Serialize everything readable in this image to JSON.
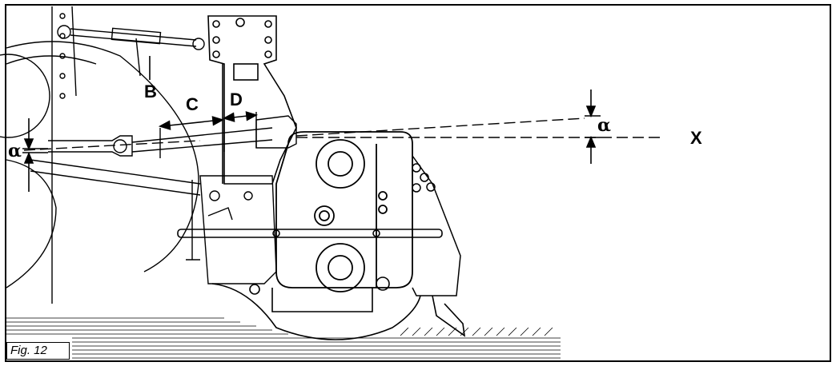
{
  "figure": {
    "caption": "Fig. 12",
    "labels": {
      "b": "B",
      "c": "C",
      "d": "D",
      "x": "X",
      "alpha_left": "α",
      "alpha_right": "α"
    }
  },
  "colors": {
    "ink": "#000000",
    "paper": "#ffffff"
  }
}
